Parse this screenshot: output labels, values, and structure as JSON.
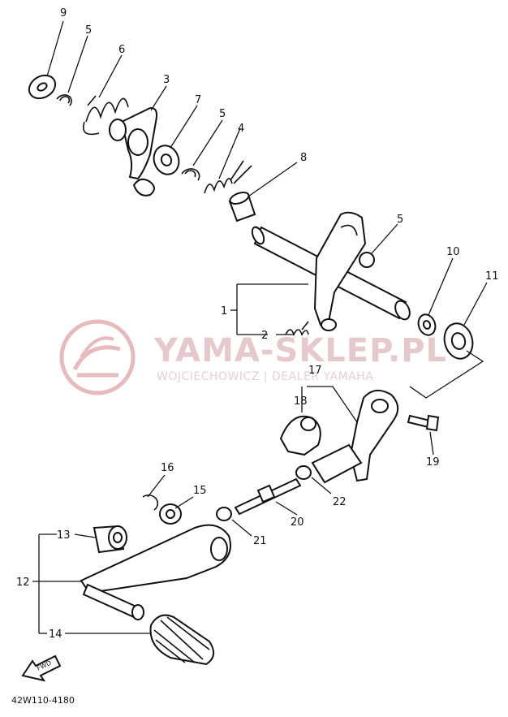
{
  "diagram": {
    "part_numbers": [
      "9",
      "5",
      "6",
      "3",
      "7",
      "5",
      "4",
      "8",
      "5",
      "10",
      "11",
      "1",
      "2",
      "17",
      "18",
      "19",
      "16",
      "15",
      "20",
      "22",
      "21",
      "13",
      "12",
      "14"
    ],
    "watermark": {
      "main": "YAMA-SKLEP.PL",
      "sub": "WOJCIECHOWICZ | DEALER YAMAHA"
    },
    "direction_label": "FWD",
    "code": "42W110-4180",
    "colors": {
      "line": "#111111",
      "watermark": "#e5c9cc",
      "background": "#ffffff"
    }
  }
}
